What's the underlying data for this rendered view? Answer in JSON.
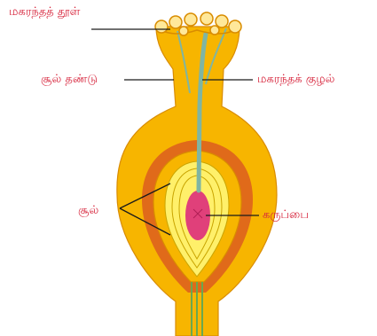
{
  "labels": {
    "pollen_grains": "மகரந்தத் தூள்",
    "style": "சூல் தண்டு",
    "pollen_tube": "மகரந்தக் குழல்",
    "ovule": "சூல்",
    "embryo_sac": "கருப்பை"
  },
  "colors": {
    "label_text": "#d7263d",
    "leader_line": "#1a1a1a",
    "outer_tissue": "#f7b500",
    "outer_tissue_edge": "#d98c00",
    "orange_band": "#e06a1a",
    "ovule_fill": "#fff06a",
    "ovule_line": "#c9a400",
    "embryo_sac": "#e0407a",
    "pollen_tube": "#7fb5a3",
    "pollen_grain": "#ffe89a",
    "stalk": "#6aa84f"
  }
}
